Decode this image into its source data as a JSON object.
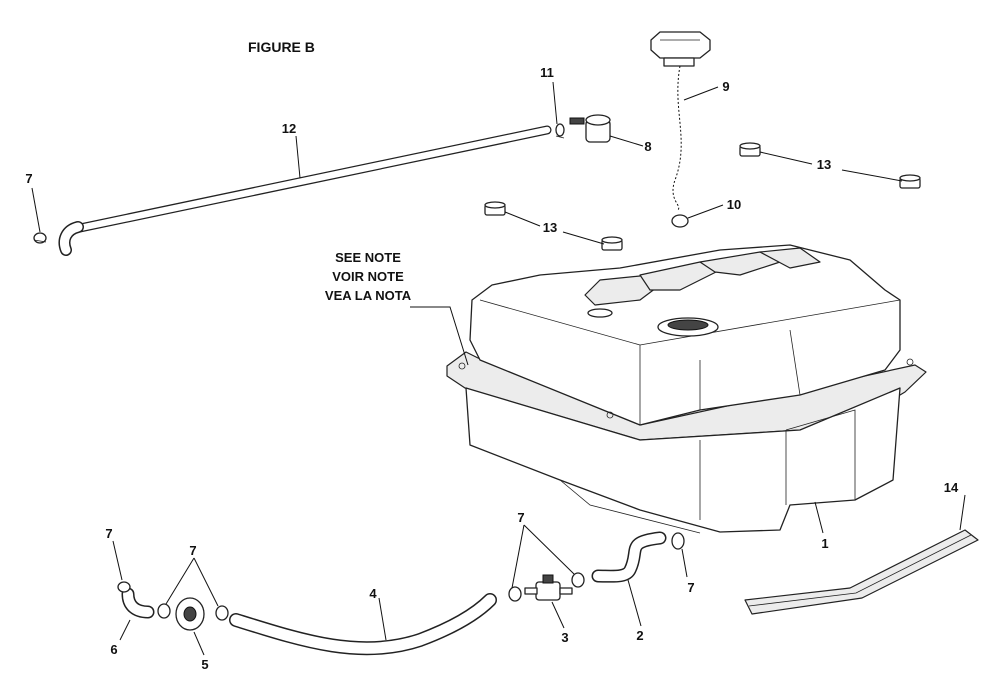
{
  "figure_title": "FIGURE B",
  "note_lines": [
    "SEE NOTE",
    "VOIR NOTE",
    "VEA LA NOTA"
  ],
  "callouts": {
    "c1": "1",
    "c2": "2",
    "c3": "3",
    "c4": "4",
    "c5": "5",
    "c6": "6",
    "c7a": "7",
    "c7b": "7",
    "c7c": "7",
    "c7d": "7",
    "c7e": "7",
    "c8": "8",
    "c9": "9",
    "c10": "10",
    "c11": "11",
    "c12": "12",
    "c13a": "13",
    "c13b": "13",
    "c14": "14"
  }
}
